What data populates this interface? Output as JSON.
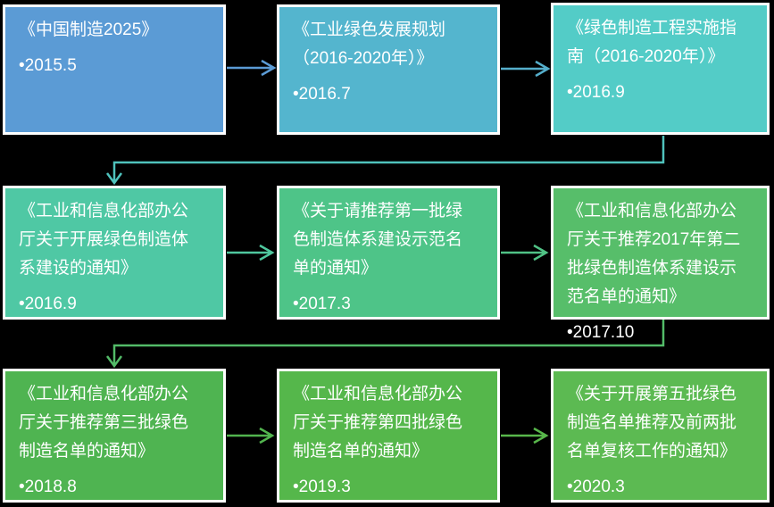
{
  "diagram": {
    "background": "#000000",
    "box_border_color": "#FFFFFF",
    "text_color": "#FFFFFF",
    "boxes": [
      {
        "title": "《中国制造2025》",
        "date": "•2015.5",
        "color": "#5B9BD5"
      },
      {
        "title": "《工业绿色发展规划\n（2016-2020年）》",
        "date": "•2016.7",
        "color": "#54B5CE"
      },
      {
        "title": "《绿色制造工程实施指\n南（2016-2020年）》",
        "date": "•2016.9",
        "color": "#53CCC7"
      },
      {
        "title": "《工业和信息化部办公\n厅关于开展绿色制造体\n系建设的通知》",
        "date": "•2016.9",
        "color": "#4FC8A4"
      },
      {
        "title": "《关于请推荐第一批绿\n色制造体系建设示范名\n单的通知》",
        "date": "•2017.3",
        "color": "#4EC488"
      },
      {
        "title": "《工业和信息化部办公\n厅关于推荐2017年第二\n批绿色制造体系建设示\n范名单的通知》",
        "date": "•2017.10",
        "color": "#57BE6A"
      },
      {
        "title": "《工业和信息化部办公\n厅关于推荐第三批绿色\n制造名单的通知》",
        "date": "•2018.8",
        "color": "#4FB451"
      },
      {
        "title": "《工业和信息化部办公\n厅关于推荐第四批绿色\n制造名单的通知》",
        "date": "•2019.3",
        "color": "#55B74B"
      },
      {
        "title": "《关于开展第五批绿色\n制造名单推荐及前两批\n名单复核工作的通知》",
        "date": "•2020.3",
        "color": "#5CBA52"
      }
    ],
    "connectors": [
      {
        "from": 0,
        "to": 1,
        "color": "#5B9BD5"
      },
      {
        "from": 1,
        "to": 2,
        "color": "#55AECB"
      },
      {
        "from": 2,
        "to": 3,
        "color": "#4FC2BC"
      },
      {
        "from": 3,
        "to": 4,
        "color": "#4FC79E"
      },
      {
        "from": 4,
        "to": 5,
        "color": "#50C285"
      },
      {
        "from": 5,
        "to": 6,
        "color": "#53BB68"
      },
      {
        "from": 6,
        "to": 7,
        "color": "#52B44E"
      },
      {
        "from": 7,
        "to": 8,
        "color": "#58B74B"
      }
    ]
  }
}
